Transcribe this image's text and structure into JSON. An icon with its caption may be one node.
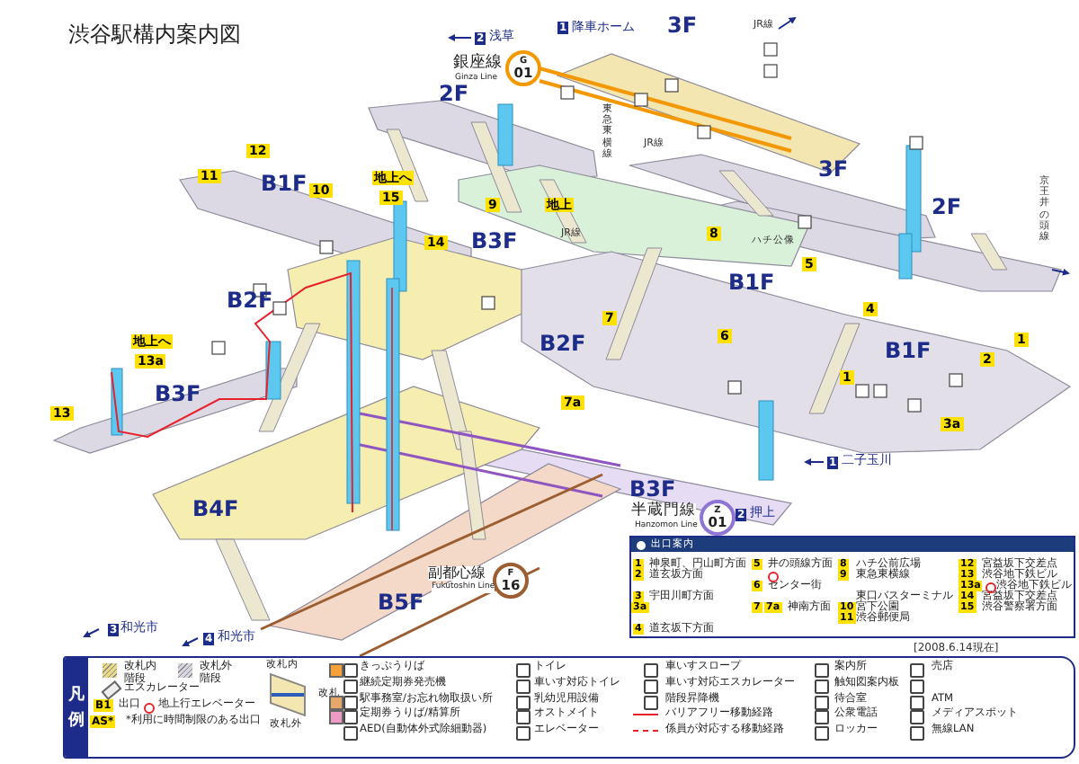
{
  "diagram": {
    "title": "渋谷駅構内案内図",
    "nodes": [
      {
        "text": [
          "G",
          "01"
        ],
        "beside": [
          "銀座線",
          "Ginza Line"
        ]
      },
      {
        "text": [
          "12"
        ]
      },
      {
        "text": [
          "11"
        ]
      },
      {
        "text": [
          "10"
        ]
      },
      {
        "text": [
          "15"
        ],
        "beside": [
          "地上へ"
        ]
      },
      {
        "text": [
          "9"
        ]
      },
      {
        "text": [
          "14"
        ]
      },
      {
        "text": [
          "8"
        ]
      },
      {
        "text": [
          "5"
        ]
      },
      {
        "text": [
          "7"
        ]
      },
      {
        "text": [
          "4"
        ]
      },
      {
        "text": [
          "6"
        ]
      },
      {
        "text": [
          "1"
        ]
      },
      {
        "text": [
          "2"
        ]
      },
      {
        "text": [
          "13a"
        ],
        "beside": [
          "地上へ"
        ]
      },
      {
        "text": [
          "1"
        ]
      },
      {
        "text": [
          "7a"
        ]
      },
      {
        "text": [
          "13"
        ]
      },
      {
        "text": [
          "3a"
        ]
      },
      {
        "text": [
          "Z",
          "01"
        ],
        "beside": [
          "半蔵門線",
          "Hanzomon Line"
        ]
      },
      {
        "text": [
          "F",
          "16"
        ],
        "beside": [
          "副都心線",
          "Fukutoshin Line"
        ]
      },
      {
        "text": [
          "出口案内"
        ]
      },
      {
        "text": [
          "凡例"
        ]
      }
    ],
    "labels": [
      "2",
      "浅草",
      "1",
      "降車ホーム",
      "3F",
      "JR線",
      "2F",
      "東急東横線",
      "JR線",
      "3F",
      "京王井の頭線",
      "B1F",
      "地上",
      "2F",
      "JR線",
      "ハチ公像",
      "B3F",
      "B2F",
      "B3F",
      "B1F",
      "B2F",
      "B1F",
      "1",
      "二子玉川",
      "B3F",
      "B4F",
      "2",
      "押上",
      "B5F",
      "3",
      "和光市",
      "4",
      "和光市",
      "1",
      "神泉町、円山町方面",
      "5",
      "井の頭線方面",
      "8",
      "ハチ公前広場",
      "12",
      "宮益坂下交差点",
      "2",
      "道玄坂方面",
      "9",
      "東急東横線",
      "13",
      "渋谷地下鉄ビル",
      "6",
      "センター街",
      "13a",
      "渋谷地下鉄ビル",
      "3",
      "宇田川町方面",
      "東口バスターミナル",
      "14",
      "宮益坂下交差点",
      "3a",
      "7",
      "7a",
      "神南方面",
      "10",
      "宮下公園",
      "15",
      "渋谷警察署方面",
      "11",
      "渋谷郵便局",
      "4",
      "道玄坂下方面",
      "[2008.6.14現在]",
      "改札内",
      "改札",
      "改札外",
      "B1",
      "AS*"
    ],
    "legend": [
      {
        "text": "改札内階段"
      },
      {
        "text": "改札外階段"
      },
      {
        "text": "エスカレーター"
      },
      {
        "text": "出口"
      },
      {
        "text": "地上行エレベーター"
      },
      {
        "text": "*利用に時間制限のある出口"
      },
      {
        "text": "きっぷうりば",
        "color": "#f4a13a"
      },
      {
        "text": "継続定期券発売機"
      },
      {
        "text": "駅事務室/お忘れ物取扱い所",
        "color": "#e6a86a"
      },
      {
        "text": "定期券うりば/精算所",
        "color": "#ec9cc4"
      },
      {
        "text": "AED(自動体外式除細動器)"
      },
      {
        "text": "トイレ"
      },
      {
        "text": "車いす対応トイレ"
      },
      {
        "text": "乳幼児用設備"
      },
      {
        "text": "オストメイト"
      },
      {
        "text": "エレベーター"
      },
      {
        "text": "車いすスロープ"
      },
      {
        "text": "車いす対応エスカレーター"
      },
      {
        "text": "階段昇降機"
      },
      {
        "text": "バリアフリー移動経路"
      },
      {
        "text": "係員が対応する移動経路"
      },
      {
        "text": "案内所"
      },
      {
        "text": "触知図案内板"
      },
      {
        "text": "待合室"
      },
      {
        "text": "公衆電話"
      },
      {
        "text": "ロッカー"
      },
      {
        "text": "売店"
      },
      {
        "text": "ATM"
      },
      {
        "text": "メディアスポット"
      },
      {
        "text": "無線LAN"
      }
    ]
  }
}
